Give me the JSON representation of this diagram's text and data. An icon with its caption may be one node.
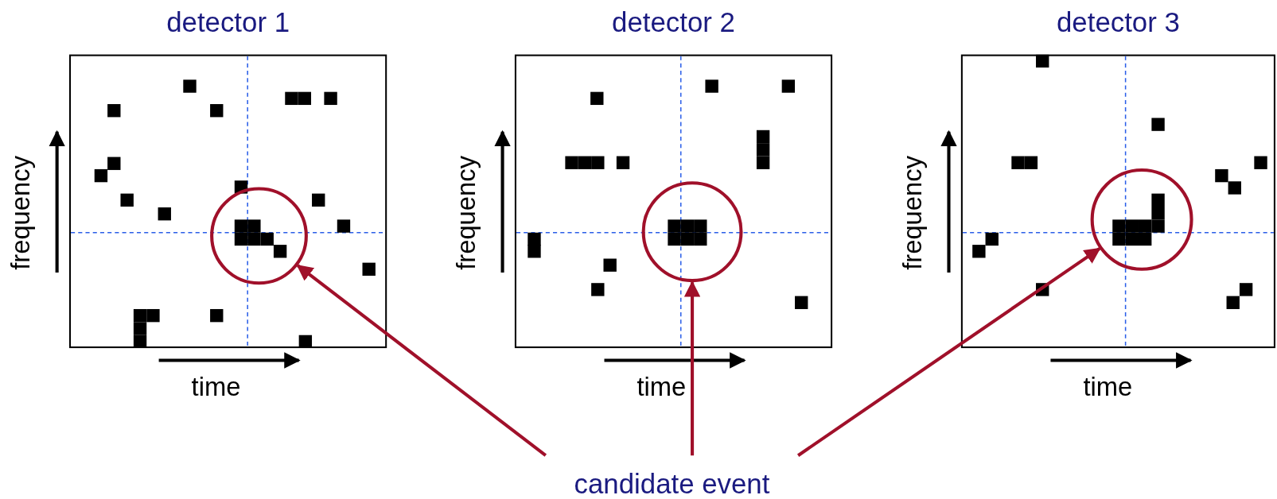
{
  "diagram": {
    "nodes": [
      {
        "text": [
          "detector 1"
        ]
      },
      {
        "text": [],
        "shape": "circle",
        "in": 0
      },
      {
        "text": [
          "detector 2"
        ]
      },
      {
        "text": [],
        "shape": "circle",
        "in": 2
      },
      {
        "text": [
          "detector 3"
        ]
      },
      {
        "text": [],
        "shape": "circle",
        "in": 4
      },
      {
        "text": [
          "candidate event"
        ]
      }
    ],
    "edges": [
      {
        "from": 6,
        "to": 1,
        "arrow": "to"
      },
      {
        "from": 6,
        "to": 3,
        "arrow": "to"
      },
      {
        "from": 6,
        "to": 5,
        "arrow": "to"
      }
    ],
    "labels": [
      "frequency",
      "time",
      "frequency",
      "time",
      "frequency",
      "time"
    ]
  }
}
